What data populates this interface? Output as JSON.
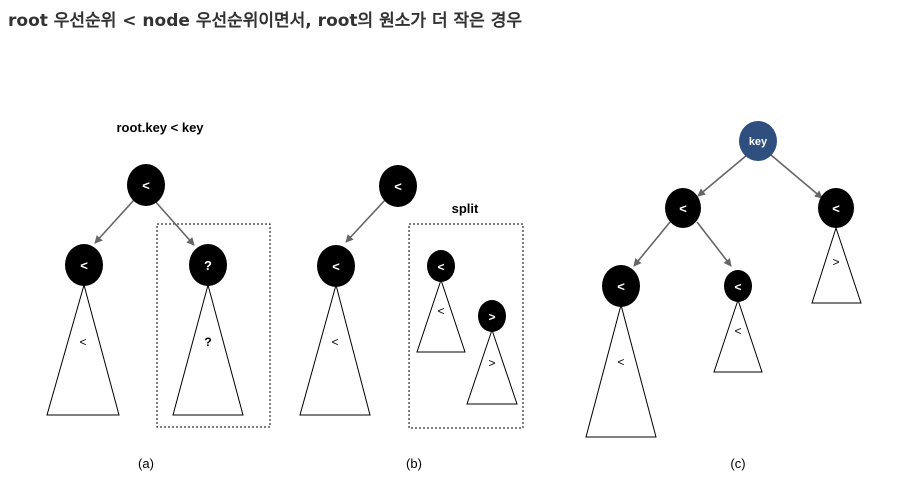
{
  "title": "root 우선순위 < node 우선순위이면서, root의 원소가 더 작은 경우",
  "colors": {
    "node_fill": "#000000",
    "node_text": "#ffffff",
    "key_fill": "#2f4f7f",
    "edge": "#666666",
    "text": "#000000"
  },
  "panel_a": {
    "condition": "root.key < key",
    "root_node": "<",
    "left_node": "<",
    "right_node": "?",
    "left_subtree": "<",
    "right_subtree": "?",
    "caption": "(a)"
  },
  "panel_b": {
    "root_node": "<",
    "left_node": "<",
    "left_subtree": "<",
    "split_label": "split",
    "split_left_node": "<",
    "split_left_subtree": "<",
    "split_right_node": ">",
    "split_right_subtree": ">",
    "caption": "(b)"
  },
  "panel_c": {
    "key_node": "key",
    "left_node": "<",
    "right_node": "<",
    "left_left_node": "<",
    "left_right_node": "<",
    "left_left_subtree": "<",
    "left_right_subtree": "<",
    "right_subtree": ">",
    "caption": "(c)"
  }
}
